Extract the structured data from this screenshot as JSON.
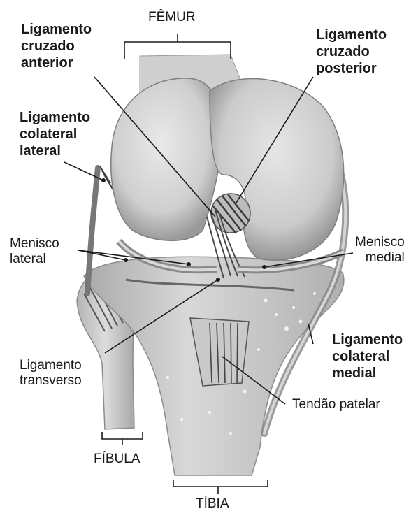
{
  "labels": {
    "femur": "FÊMUR",
    "lca": [
      "Ligamento",
      "cruzado",
      "anterior"
    ],
    "lcp": [
      "Ligamento",
      "cruzado",
      "posterior"
    ],
    "lcl": [
      "Ligamento",
      "colateral",
      "lateral"
    ],
    "menisco_lateral": [
      "Menisco",
      "lateral"
    ],
    "menisco_medial": [
      "Menisco",
      "medial"
    ],
    "lcm": [
      "Ligamento",
      "colateral",
      "medial"
    ],
    "ligamento_transverso": [
      "Ligamento",
      "transverso"
    ],
    "tendao_patelar": "Tendão patelar",
    "fibula": "FÍBULA",
    "tibia": "TÍBIA"
  },
  "colors": {
    "bone_light": "#d9d9d9",
    "bone_mid": "#bdbdbd",
    "bone_dark": "#8c8c8c",
    "ligament": "#4d4d4d",
    "leader_line": "#1a1a1a"
  }
}
